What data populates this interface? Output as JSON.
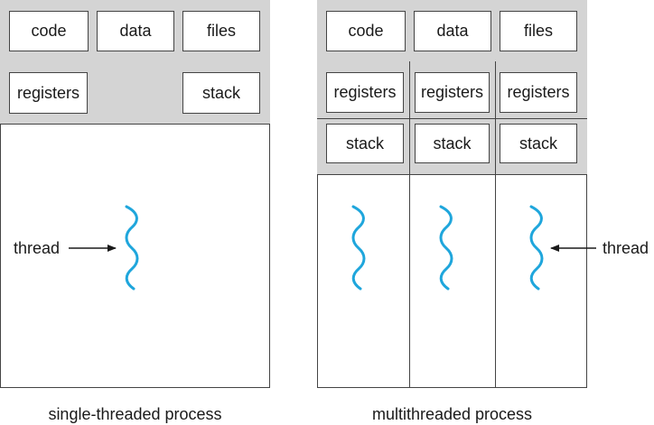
{
  "single": {
    "shared": [
      "code",
      "data",
      "files"
    ],
    "registers": "registers",
    "stack": "stack",
    "thread_label": "thread",
    "caption": "single-threaded process"
  },
  "multi": {
    "shared": [
      "code",
      "data",
      "files"
    ],
    "threads": [
      {
        "registers": "registers",
        "stack": "stack"
      },
      {
        "registers": "registers",
        "stack": "stack"
      },
      {
        "registers": "registers",
        "stack": "stack"
      }
    ],
    "thread_label": "thread",
    "caption": "multithreaded process"
  },
  "colors": {
    "thread": "#1fa6dc",
    "band": "#d4d4d4",
    "border": "#444444"
  },
  "icons": {
    "thread": "wavy-line-icon",
    "pointer": "arrow-right-icon"
  }
}
